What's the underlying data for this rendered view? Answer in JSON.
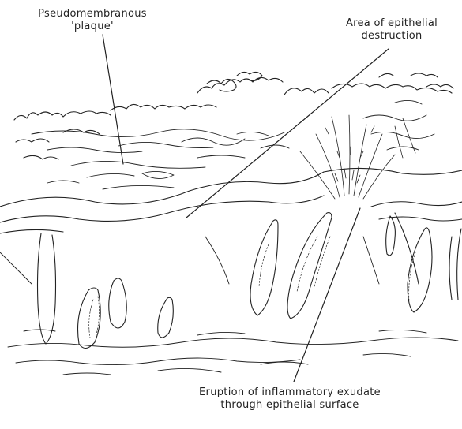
{
  "labels": {
    "plaque": {
      "line1": "Pseudomembranous",
      "line2": "'plaque'"
    },
    "destruction": {
      "line1": "Area of epithelial",
      "line2": "destruction"
    },
    "eruption": {
      "line1": "Eruption of inflammatory exudate",
      "line2": "through epithelial surface"
    }
  },
  "colors": {
    "ink": "#222222",
    "background": "#ffffff"
  }
}
